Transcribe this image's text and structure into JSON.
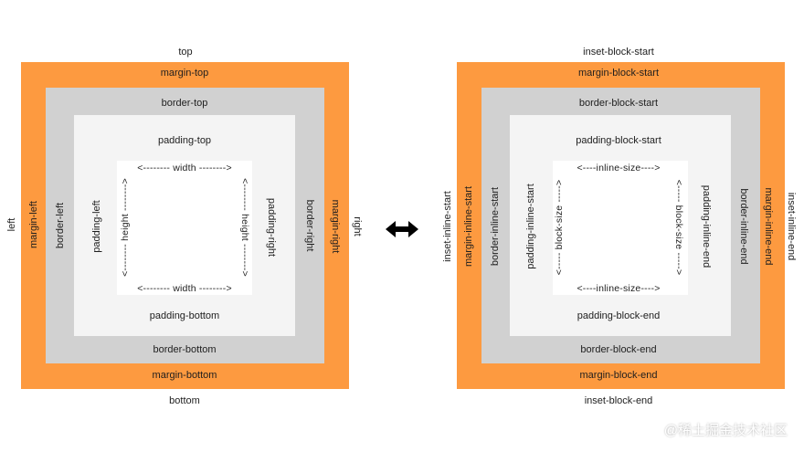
{
  "physical": {
    "top": "top",
    "bottom": "bottom",
    "left": "left",
    "right": "right",
    "margin_top": "margin-top",
    "margin_bottom": "margin-bottom",
    "margin_left": "margin-left",
    "margin_right": "margin-right",
    "border_top": "border-top",
    "border_bottom": "border-bottom",
    "border_left": "border-left",
    "border_right": "border-right",
    "padding_top": "padding-top",
    "padding_bottom": "padding-bottom",
    "padding_left": "padding-left",
    "padding_right": "padding-right",
    "width_top": "<-------- width -------->",
    "width_bottom": "<-------- width -------->",
    "height_left": "<-------- height -------->",
    "height_right": "<-------- height -------->"
  },
  "logical": {
    "top": "inset-block-start",
    "bottom": "inset-block-end",
    "left": "inset-inline-start",
    "right": "inset-inline-end",
    "margin_top": "margin-block-start",
    "margin_bottom": "margin-block-end",
    "margin_left": "margin-inline-start",
    "margin_right": "margin-inline-end",
    "border_top": "border-block-start",
    "border_bottom": "border-block-end",
    "border_left": "border-inline-start",
    "border_right": "border-inline-end",
    "padding_top": "padding-block-start",
    "padding_bottom": "padding-block-end",
    "padding_left": "padding-inline-start",
    "padding_right": "padding-inline-end",
    "size_top": "<----inline-size---->",
    "size_bottom": "<----inline-size---->",
    "size_left": "<----- block-size ----->",
    "size_right": "<----- block-size ----->"
  },
  "arrow_icon": "double-headed-arrow-icon",
  "watermark": "@稀土掘金技术社区",
  "colors": {
    "margin": "#fd9a40",
    "border": "#d1d1d1",
    "padding": "#f4f4f4",
    "content": "#ffffff"
  }
}
